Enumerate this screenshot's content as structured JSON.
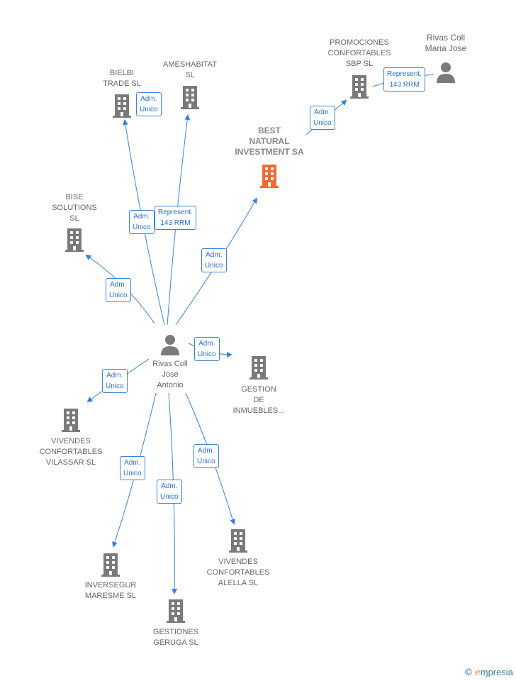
{
  "nodes": {
    "center": {
      "label": "Rivas Coll\nJose\nAntonio",
      "kind": "person"
    },
    "rivas_maria": {
      "label": "Rivas Coll\nMaria Jose",
      "kind": "person"
    },
    "best": {
      "label": "BEST\nNATURAL\nINVESTMENT SA",
      "kind": "company-focus"
    },
    "promo": {
      "label": "PROMOCIONES\nCONFORTABLES\nSBP  SL",
      "kind": "company"
    },
    "bielbi": {
      "label": "BIELBI\nTRADE SL",
      "kind": "company"
    },
    "ames": {
      "label": "AMESHABITAT\nSL",
      "kind": "company"
    },
    "bise": {
      "label": "BISE\nSOLUTIONS\nSL",
      "kind": "company"
    },
    "gestion": {
      "label": "GESTION\nDE\nINMUEBLES...",
      "kind": "company"
    },
    "vilassar": {
      "label": "VIVENDES\nCONFORTABLES\nVILASSAR  SL",
      "kind": "company"
    },
    "inverse": {
      "label": "INVERSEGUR\nMARESME  SL",
      "kind": "company"
    },
    "geruga": {
      "label": "GESTIONES\nGERUGA SL",
      "kind": "company"
    },
    "alella": {
      "label": "VIVENDES\nCONFORTABLES\nALELLA  SL",
      "kind": "company"
    }
  },
  "relations": {
    "bielbi": "Adm.\nUnico",
    "ames": "Represent.\n143 RRM",
    "bise": "Adm.\nUnico",
    "best": "Adm.\nUnico",
    "gestion": "Adm.\nUnico",
    "vilassar": "Adm.\nUnico",
    "inverse": "Adm.\nUnico",
    "geruga": "Adm.\nUnico",
    "alella": "Adm.\nUnico",
    "promo_from_best": "Adm.\nUnico",
    "promo_to_maria": "Represent.\n143 RRM",
    "extra": "Adm.\nUnico"
  },
  "colors": {
    "edge": "#3b82d6",
    "company": "#7a7a7a",
    "focus": "#f06a35",
    "person": "#7a7a7a"
  },
  "footer": {
    "copyright": "©",
    "brand": "ɱpresia",
    "brand_initial": "e"
  }
}
